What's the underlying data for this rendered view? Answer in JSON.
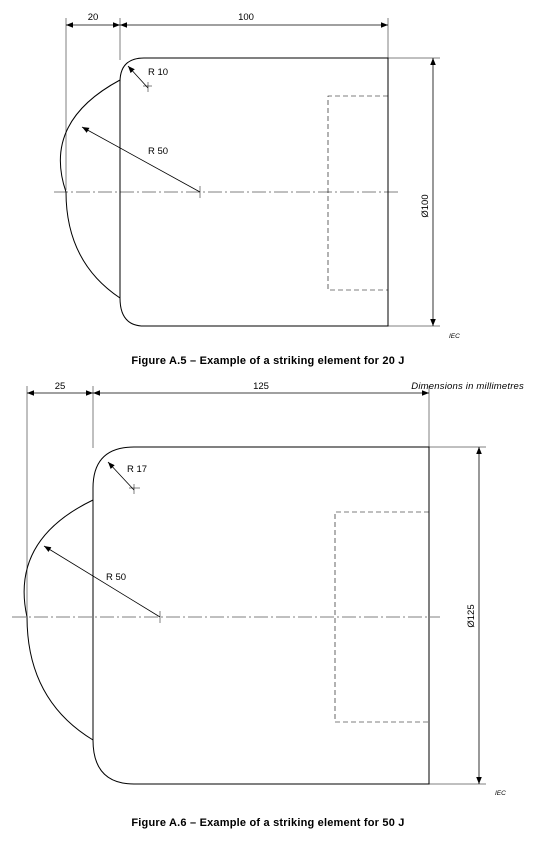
{
  "figure_a5": {
    "dim_top_left": "20",
    "dim_top_main": "100",
    "radius_small": "R 10",
    "radius_large": "R 50",
    "diameter": "Ø100",
    "source_mark": "IEC",
    "caption": "Figure A.5 – Example of a striking element for 20 J"
  },
  "units_note": "Dimensions in millimetres",
  "figure_a6": {
    "dim_top_left": "25",
    "dim_top_main": "125",
    "radius_small": "R 17",
    "radius_large": "R 50",
    "diameter": "Ø125",
    "source_mark": "IEC",
    "caption": "Figure A.6 – Example of a striking element for 50 J"
  }
}
